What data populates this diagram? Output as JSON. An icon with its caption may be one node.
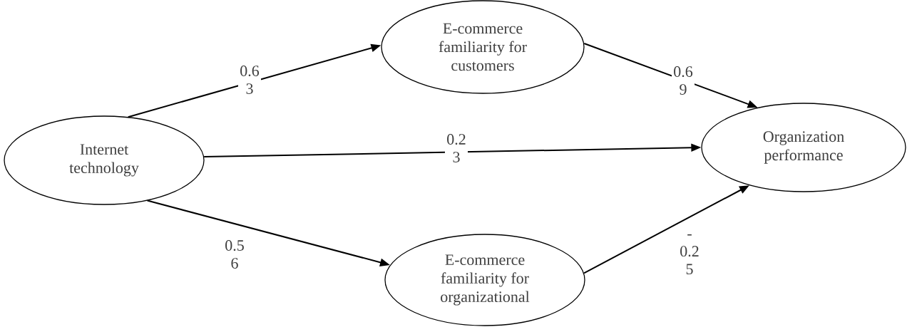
{
  "diagram": {
    "nodes": [
      {
        "text": [
          "Internet technology"
        ]
      },
      {
        "text": [
          "E-commerce familiarity for customers"
        ]
      },
      {
        "text": [
          "Organization performance"
        ]
      },
      {
        "text": [
          "E-commerce familiarity for organizational"
        ]
      }
    ],
    "edges": [
      {
        "from": 0,
        "to": 1,
        "arrow": "to",
        "label": "0.6 3"
      },
      {
        "from": 1,
        "to": 2,
        "arrow": "to",
        "label": "0.6 9"
      },
      {
        "from": 0,
        "to": 2,
        "arrow": "to",
        "label": "0.2 3"
      },
      {
        "from": 0,
        "to": 3,
        "arrow": "to",
        "label": "0.5 6"
      },
      {
        "from": 3,
        "to": 2,
        "arrow": "to",
        "label": "- 0.2 5"
      }
    ]
  }
}
